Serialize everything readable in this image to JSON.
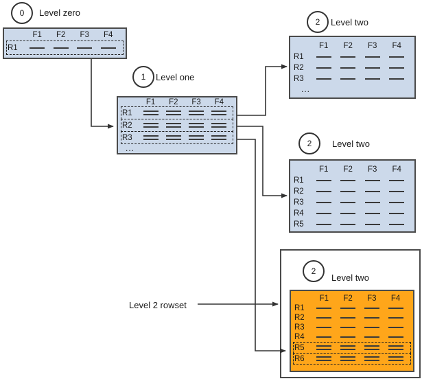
{
  "colors": {
    "table_fill": "#CCD9EA",
    "highlight_fill": "#FFA61A",
    "border": "#4A4A4A",
    "line_color": "#3A3A3A"
  },
  "annotation": {
    "label": "Level 2 rowset"
  },
  "nodes": [
    {
      "badge": "0",
      "label": "Level zero",
      "fields": [
        "F1",
        "F2",
        "F3",
        "F4"
      ],
      "rows": [
        {
          "name": "R1",
          "dashed": true,
          "lines": "single"
        }
      ],
      "ellipsis": ""
    },
    {
      "badge": "1",
      "label": "Level one",
      "fields": [
        "F1",
        "F2",
        "F3",
        "F4"
      ],
      "rows": [
        {
          "name": "R1",
          "dashed": true,
          "lines": "double"
        },
        {
          "name": "R2",
          "dashed": true,
          "lines": "double"
        },
        {
          "name": "R3",
          "dashed": true,
          "lines": "double"
        }
      ],
      "ellipsis": "..."
    },
    {
      "badge": "2",
      "label": "Level two",
      "fields": [
        "F1",
        "F2",
        "F3",
        "F4"
      ],
      "rows": [
        {
          "name": "R1",
          "dashed": false,
          "lines": "single"
        },
        {
          "name": "R2",
          "dashed": false,
          "lines": "single"
        },
        {
          "name": "R3",
          "dashed": false,
          "lines": "single"
        }
      ],
      "ellipsis": "..."
    },
    {
      "badge": "2",
      "label": "Level two",
      "fields": [
        "F1",
        "F2",
        "F3",
        "F4"
      ],
      "rows": [
        {
          "name": "R1",
          "dashed": false,
          "lines": "single"
        },
        {
          "name": "R2",
          "dashed": false,
          "lines": "single"
        },
        {
          "name": "R3",
          "dashed": false,
          "lines": "single"
        },
        {
          "name": "R4",
          "dashed": false,
          "lines": "single"
        },
        {
          "name": "R5",
          "dashed": false,
          "lines": "single"
        }
      ],
      "ellipsis": ""
    },
    {
      "badge": "2",
      "label": "Level two",
      "fields": [
        "F1",
        "F2",
        "F3",
        "F4"
      ],
      "rows": [
        {
          "name": "R1",
          "dashed": false,
          "lines": "single"
        },
        {
          "name": "R2",
          "dashed": false,
          "lines": "single"
        },
        {
          "name": "R3",
          "dashed": false,
          "lines": "single"
        },
        {
          "name": "R4",
          "dashed": false,
          "lines": "single"
        },
        {
          "name": "R5",
          "dashed": true,
          "lines": "double"
        },
        {
          "name": "R6",
          "dashed": true,
          "lines": "double"
        }
      ],
      "ellipsis": "",
      "highlight": true
    }
  ]
}
